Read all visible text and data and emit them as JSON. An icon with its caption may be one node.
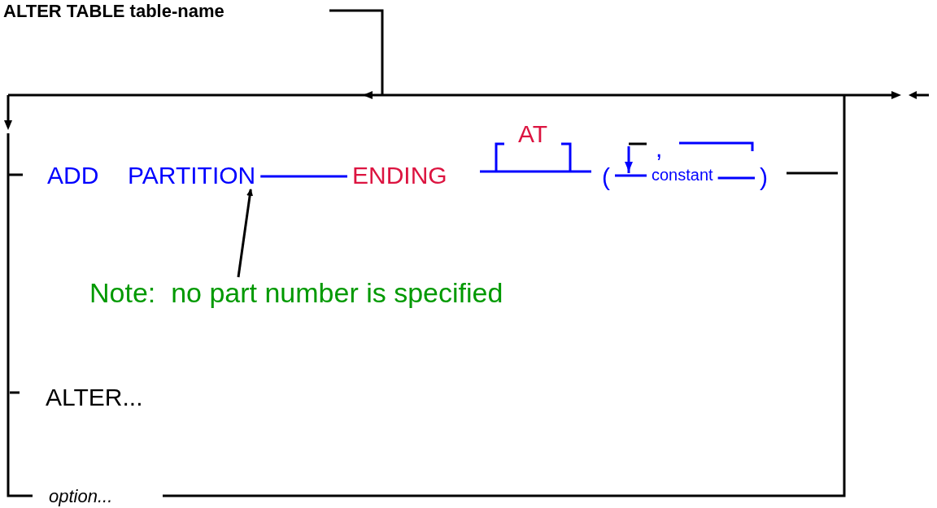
{
  "diagram": {
    "nodes": [
      {
        "text": [
          "ALTER TABLE table-name"
        ]
      },
      {
        "text": [
          "ADD"
        ]
      },
      {
        "text": [
          "PARTITION"
        ]
      },
      {
        "text": [
          "ENDING"
        ]
      },
      {
        "text": [
          "AT"
        ]
      },
      {
        "text": [
          "("
        ]
      },
      {
        "text": [
          ","
        ]
      },
      {
        "text": [
          "constant"
        ]
      },
      {
        "text": [
          ")"
        ]
      },
      {
        "text": [
          "ALTER..."
        ]
      },
      {
        "text": [
          "option..."
        ]
      },
      {
        "text": [
          "Note:  no part number is specified"
        ]
      }
    ],
    "edges": [
      {
        "from": 11,
        "to": 2,
        "arrow": "to",
        "color": "#000000"
      },
      {
        "from": 2,
        "to": 3,
        "arrow": "none"
      },
      {
        "from": 5,
        "to": 7,
        "arrow": "none"
      },
      {
        "from": 7,
        "to": 8,
        "arrow": "none"
      }
    ]
  }
}
